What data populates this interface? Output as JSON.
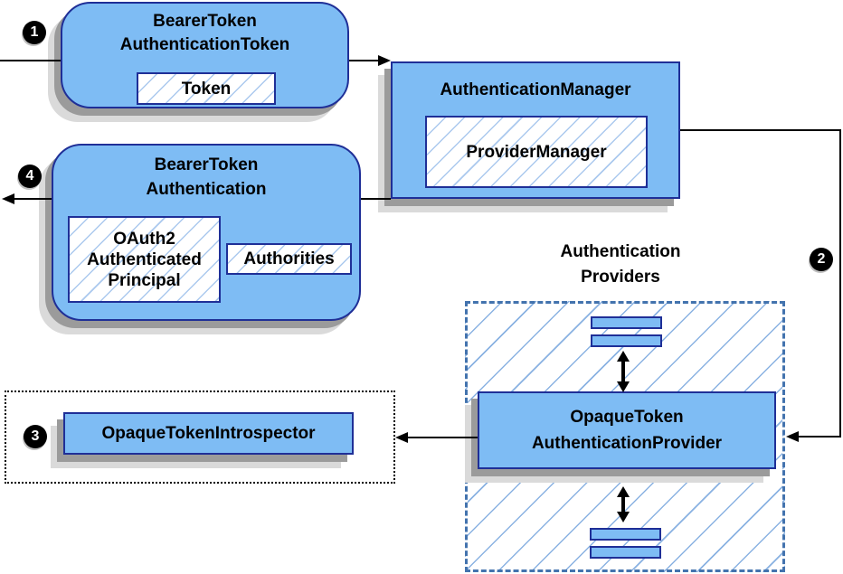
{
  "steps": {
    "one": "1",
    "two": "2",
    "three": "3",
    "four": "4"
  },
  "nodes": {
    "bearerTokenAuthenticationToken": {
      "titleLine1": "BearerToken",
      "titleLine2": "AuthenticationToken",
      "token": "Token"
    },
    "authenticationManager": {
      "title": "AuthenticationManager",
      "providerManager": "ProviderManager"
    },
    "bearerTokenAuthentication": {
      "titleLine1": "BearerToken",
      "titleLine2": "Authentication",
      "principalLine1": "OAuth2",
      "principalLine2": "Authenticated",
      "principalLine3": "Principal",
      "authorities": "Authorities"
    },
    "authenticationProviders": {
      "labelLine1": "Authentication",
      "labelLine2": "Providers"
    },
    "opaqueTokenAuthenticationProvider": {
      "titleLine1": "OpaqueToken",
      "titleLine2": "AuthenticationProvider"
    },
    "opaqueTokenIntrospector": {
      "title": "OpaqueTokenIntrospector"
    }
  },
  "colors": {
    "nodeFill": "#7ebcf4",
    "nodeBorder": "#1f2f97",
    "innerHatchLine": "#abc9ee",
    "containerHatchLine": "#8ab2e2",
    "containerDashedBorder": "#4373ae",
    "introspectorContainerBorder": "#000000",
    "shadowDark": "#9b9b9b",
    "shadowLight": "#dadada",
    "arrow": "#000000",
    "badgeFill": "#000000",
    "badgeText": "#ffffff"
  }
}
